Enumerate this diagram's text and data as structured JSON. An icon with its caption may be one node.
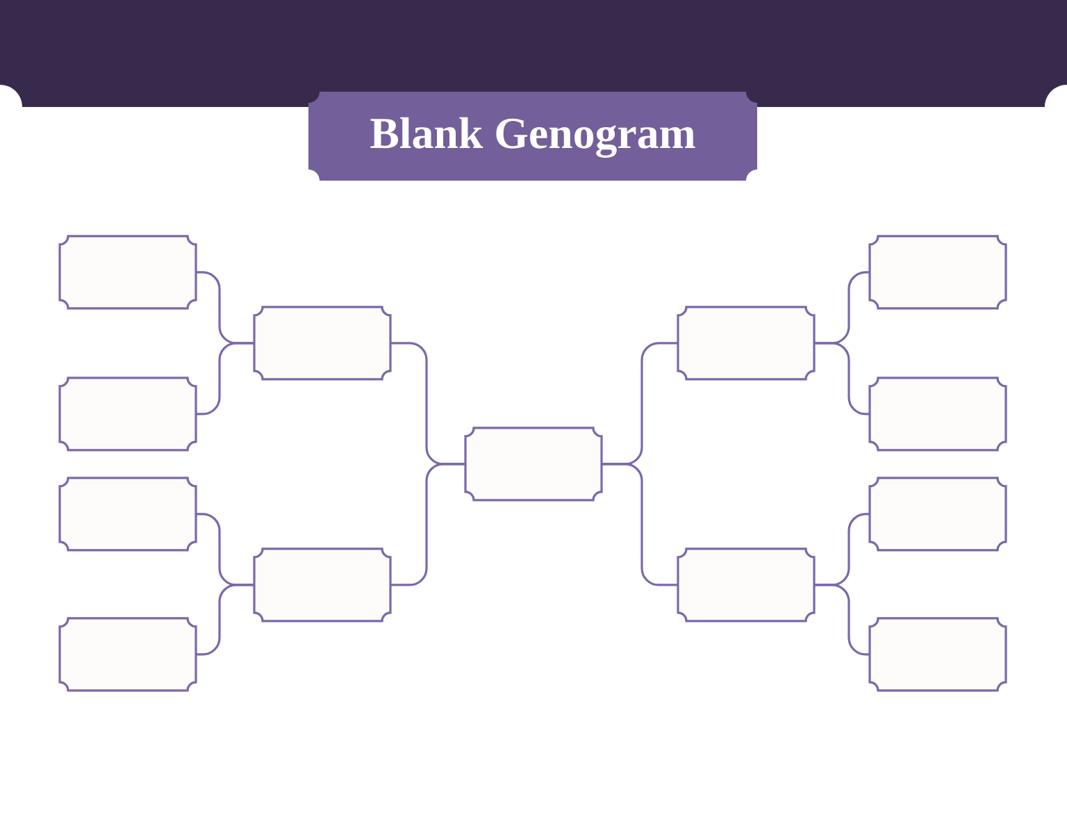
{
  "diagram": {
    "title": "Blank Genogram",
    "nodes": [
      {
        "text": [],
        "shape": "box"
      },
      {
        "text": [],
        "shape": "box"
      },
      {
        "text": [],
        "shape": "box"
      },
      {
        "text": [],
        "shape": "box"
      },
      {
        "text": [],
        "shape": "box"
      },
      {
        "text": [],
        "shape": "box"
      },
      {
        "text": [],
        "shape": "box"
      },
      {
        "text": [],
        "shape": "box"
      },
      {
        "text": [],
        "shape": "box"
      },
      {
        "text": [],
        "shape": "box"
      },
      {
        "text": [],
        "shape": "box"
      },
      {
        "text": [],
        "shape": "box"
      },
      {
        "text": [],
        "shape": "box"
      }
    ],
    "edges": [
      {
        "from": 0,
        "to": 4,
        "arrow": "none"
      },
      {
        "from": 1,
        "to": 4,
        "arrow": "none"
      },
      {
        "from": 2,
        "to": 5,
        "arrow": "none"
      },
      {
        "from": 3,
        "to": 5,
        "arrow": "none"
      },
      {
        "from": 4,
        "to": 6,
        "arrow": "none"
      },
      {
        "from": 5,
        "to": 6,
        "arrow": "none"
      },
      {
        "from": 7,
        "to": 6,
        "arrow": "none"
      },
      {
        "from": 8,
        "to": 6,
        "arrow": "none"
      },
      {
        "from": 9,
        "to": 7,
        "arrow": "none"
      },
      {
        "from": 10,
        "to": 7,
        "arrow": "none"
      },
      {
        "from": 11,
        "to": 8,
        "arrow": "none"
      },
      {
        "from": 12,
        "to": 8,
        "arrow": "none"
      }
    ]
  }
}
